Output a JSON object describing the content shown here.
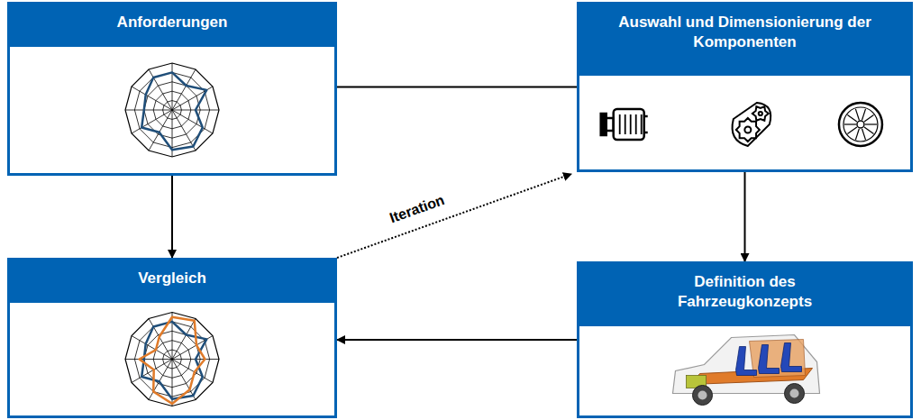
{
  "diagram": {
    "nodes": [
      {
        "text": [
          "Anforderungen"
        ]
      },
      {
        "text": [
          "Auswahl und Dimensionierung der Komponenten"
        ]
      },
      {
        "text": [
          "Vergleich"
        ]
      },
      {
        "text": [
          "Definition des Fahrzeugkonzepts"
        ]
      }
    ],
    "edges": [
      {
        "from": 0,
        "to": 1,
        "arrow": "none"
      },
      {
        "from": 1,
        "to": 3,
        "arrow": "to"
      },
      {
        "from": 3,
        "to": 2,
        "arrow": "to"
      },
      {
        "from": 0,
        "to": 2,
        "arrow": "to"
      },
      {
        "from": 2,
        "to": 1,
        "label": "Iteration",
        "arrow": "to"
      }
    ]
  }
}
